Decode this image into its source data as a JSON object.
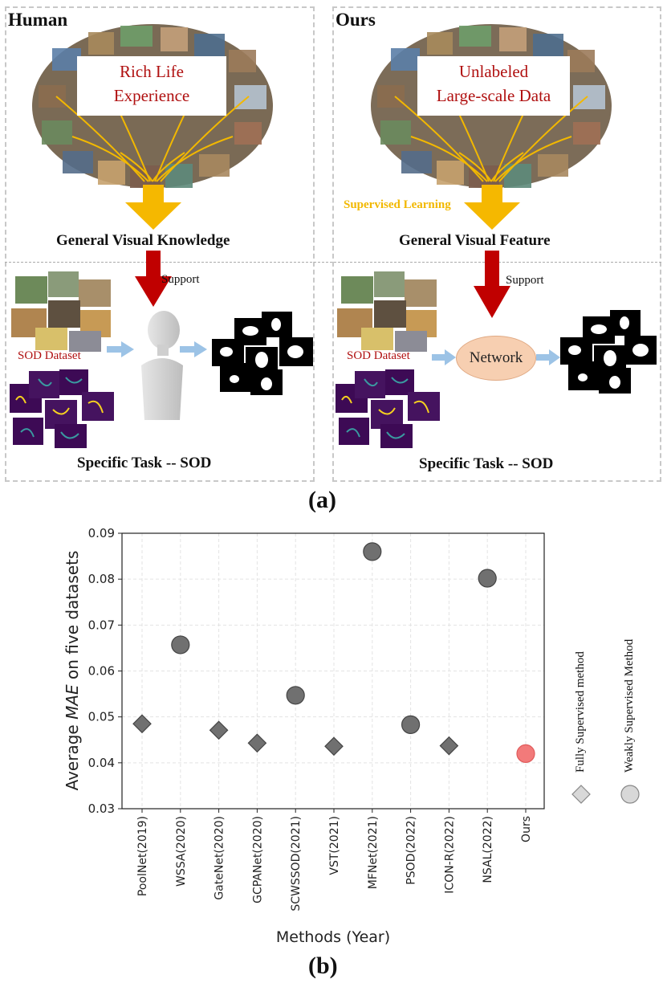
{
  "panel_a": {
    "left": {
      "header": "Human",
      "cloud_label_1": "Rich Life",
      "cloud_label_2": "Experience",
      "knowledge": "General Visual Knowledge",
      "support": "Support",
      "sod_dataset": "SOD Dataset",
      "task": "Specific Task -- SOD"
    },
    "right": {
      "header": "Ours",
      "cloud_label_1": "Unlabeled",
      "cloud_label_2": "Large-scale Data",
      "supervised": "Supervised Learning",
      "feature": "General Visual Feature",
      "support": "Support",
      "sod_dataset": "SOD Dataset",
      "network": "Network",
      "task": "Specific Task -- SOD"
    },
    "caption": "(a)"
  },
  "panel_b": {
    "caption": "(b)",
    "ylabel_pre": "Average ",
    "ylabel_em": "MAE",
    "ylabel_post": " on five datasets",
    "xlabel": "Methods (Year)",
    "legend": {
      "fully": "Fully Supervised method",
      "weakly": "Weakly Supervised Method"
    }
  },
  "chart_data": {
    "type": "scatter",
    "categories": [
      "PoolNet(2019)",
      "WSSA(2020)",
      "GateNet(2020)",
      "GCPANet(2020)",
      "SCWSSOD(2021)",
      "VST(2021)",
      "MFNet(2021)",
      "PSOD(2022)",
      "ICON-R(2022)",
      "NSAL(2022)",
      "Ours"
    ],
    "values": [
      0.0485,
      0.0657,
      0.0471,
      0.0443,
      0.0547,
      0.0436,
      0.086,
      0.0483,
      0.0437,
      0.0802,
      0.042
    ],
    "markers": [
      "diamond",
      "circle",
      "diamond",
      "diamond",
      "circle",
      "diamond",
      "circle",
      "circle",
      "diamond",
      "circle",
      "circle-highlight"
    ],
    "yticks": [
      "0.03",
      "0.04",
      "0.05",
      "0.06",
      "0.07",
      "0.08",
      "0.09"
    ],
    "ylim": [
      0.03,
      0.09
    ],
    "grid": true,
    "legend_position": "right",
    "colors": {
      "marker": "#707070",
      "highlight": "#f27a7a",
      "legend_fill": "#d8d8d8"
    }
  }
}
